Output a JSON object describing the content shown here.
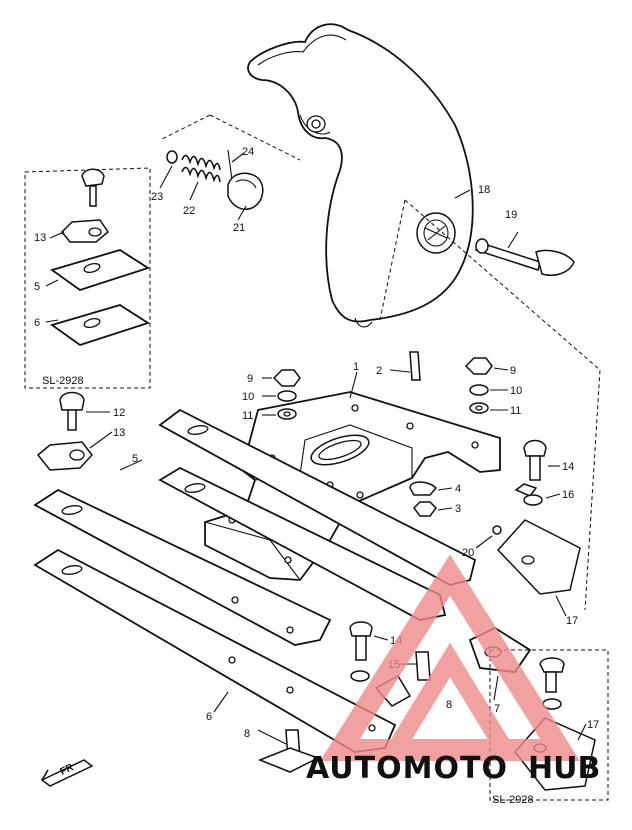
{
  "callouts": {
    "c1": "1",
    "c2": "2",
    "c3": "3",
    "c4": "4",
    "c5a": "5",
    "c5b": "5",
    "c6a": "6",
    "c6b": "6",
    "c7": "7",
    "c8a": "8",
    "c8b": "8",
    "c9a": "9",
    "c9b": "9",
    "c10a": "10",
    "c10b": "10",
    "c11a": "11",
    "c11b": "11",
    "c12": "12",
    "c13a": "13",
    "c13b": "13",
    "c14a": "14",
    "c14b": "14",
    "c15": "15",
    "c16": "16",
    "c17a": "17",
    "c17b": "17",
    "c18": "18",
    "c19": "19",
    "c20": "20",
    "c21": "21",
    "c22": "22",
    "c23": "23",
    "c24": "24"
  },
  "inset_labels": {
    "top_left": "SL-2928",
    "bottom_right": "SL-2928"
  },
  "front_marker": "FR",
  "watermark": {
    "text_left": "AUTOMOTO",
    "text_right": "HUB",
    "color_left": "#f6b889",
    "color_right": "#9a9a9a",
    "logo_color": "#f08a8a"
  }
}
